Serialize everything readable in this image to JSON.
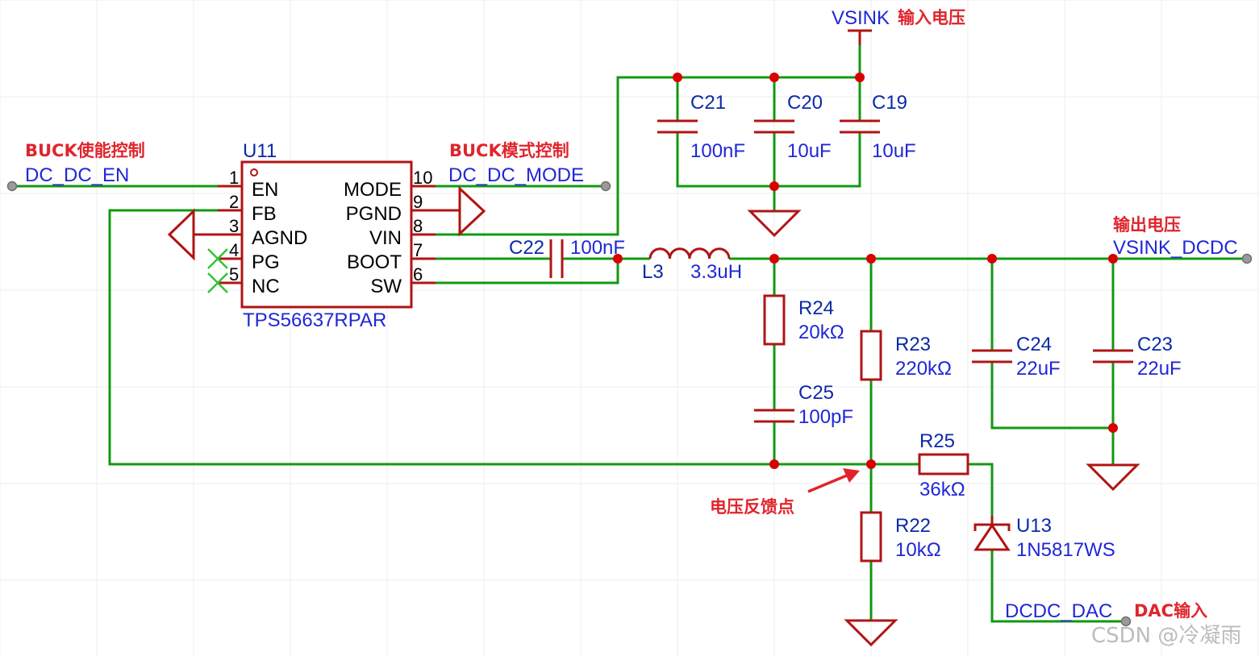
{
  "ic": {
    "ref": "U11",
    "part": "TPS56637RPAR"
  },
  "pins": [
    {
      "num": "1",
      "name": "EN"
    },
    {
      "num": "2",
      "name": "FB"
    },
    {
      "num": "3",
      "name": "AGND"
    },
    {
      "num": "4",
      "name": "PG"
    },
    {
      "num": "5",
      "name": "NC"
    },
    {
      "num": "10",
      "name": "MODE"
    },
    {
      "num": "9",
      "name": "PGND"
    },
    {
      "num": "8",
      "name": "VIN"
    },
    {
      "num": "7",
      "name": "BOOT"
    },
    {
      "num": "6",
      "name": "SW"
    }
  ],
  "nets": {
    "en": "DC_DC_EN",
    "mode": "DC_DC_MODE",
    "vin": "VSINK",
    "vout": "VSINK_DCDC",
    "dac": "DCDC_DAC"
  },
  "notes": {
    "en": "BUCK使能控制",
    "mode": "BUCK模式控制",
    "vin": "输入电压",
    "vout": "输出电压",
    "dac": "DAC输入",
    "feedback": "电压反馈点"
  },
  "components": {
    "c21": {
      "ref": "C21",
      "value": "100nF"
    },
    "c20": {
      "ref": "C20",
      "value": "10uF"
    },
    "c19": {
      "ref": "C19",
      "value": "10uF"
    },
    "c22": {
      "ref": "C22",
      "value": "100nF"
    },
    "l3": {
      "ref": "L3",
      "value": "3.3uH"
    },
    "r24": {
      "ref": "R24",
      "value": "20kΩ"
    },
    "r23": {
      "ref": "R23",
      "value": "220kΩ"
    },
    "c25": {
      "ref": "C25",
      "value": "100pF"
    },
    "c24": {
      "ref": "C24",
      "value": "22uF"
    },
    "c23": {
      "ref": "C23",
      "value": "22uF"
    },
    "r25": {
      "ref": "R25",
      "value": "36kΩ"
    },
    "r22": {
      "ref": "R22",
      "value": "10kΩ"
    },
    "u13": {
      "ref": "U13",
      "value": "1N5817WS"
    }
  },
  "watermark": "CSDN @冷凝雨",
  "colors": {
    "wire": "#119911",
    "component": "#b01414",
    "junction": "#d80000",
    "net_label": "#1f27d6",
    "annotation": "#e0242c"
  }
}
